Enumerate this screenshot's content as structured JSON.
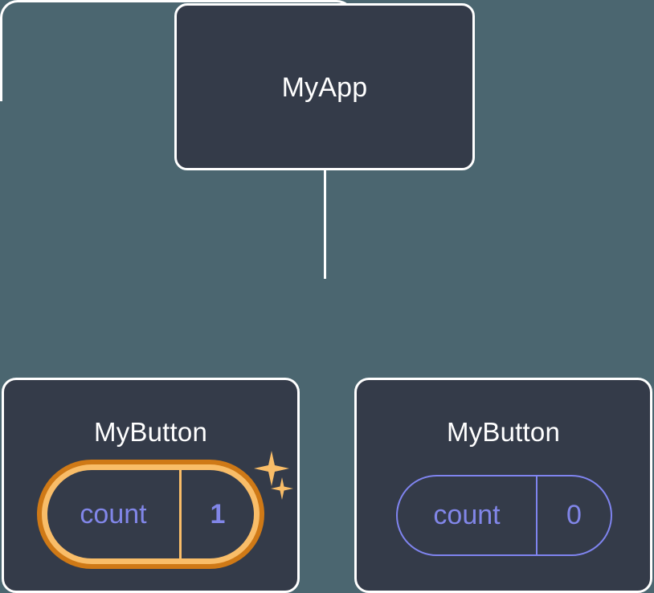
{
  "diagram": {
    "type": "component-tree",
    "background_color": "#4b6670",
    "node_fill_color": "#343b49",
    "node_border_color": "#ffffff",
    "connector_color": "#ffffff",
    "state_text_color": "#8186e8",
    "highlight_outer_color": "#cf7916",
    "highlight_inner_color": "#f9bd68",
    "sparkle_color": "#f9bd68"
  },
  "root": {
    "title": "MyApp"
  },
  "children": [
    {
      "title": "MyButton",
      "state": {
        "label": "count",
        "value": "1"
      },
      "highlighted": true,
      "sparkles": [
        "sparkle-large",
        "sparkle-small"
      ]
    },
    {
      "title": "MyButton",
      "state": {
        "label": "count",
        "value": "0"
      },
      "highlighted": false,
      "sparkles": []
    }
  ]
}
